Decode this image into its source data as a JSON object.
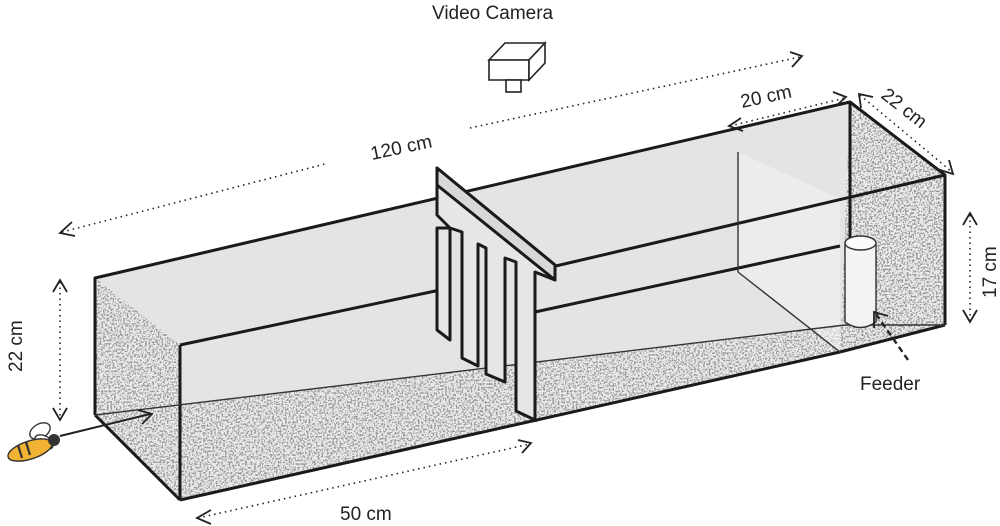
{
  "labels": {
    "camera": "Video Camera",
    "length_total": "120 cm",
    "length_chamber": "20 cm",
    "width": "22 cm",
    "height_right": "17 cm",
    "height_left": "22 cm",
    "length_entrance": "50 cm",
    "feeder": "Feeder"
  },
  "colors": {
    "edge": "#1a1a1a",
    "speckle_dark": "#5a5a5a",
    "speckle_light": "#e8e8e8",
    "bee_body": "#f2b233"
  },
  "icons": {
    "camera": "video-camera-icon",
    "bee": "bee-icon",
    "feeder": "feeder-cylinder-icon"
  }
}
